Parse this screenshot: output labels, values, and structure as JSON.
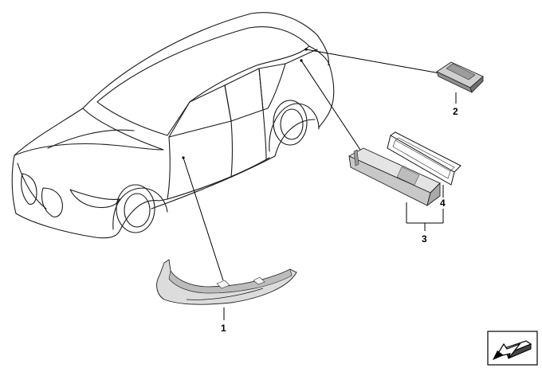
{
  "diagram": {
    "callouts": [
      {
        "id": "1",
        "label": "1"
      },
      {
        "id": "2",
        "label": "2"
      },
      {
        "id": "3",
        "label": "3"
      },
      {
        "id": "4",
        "label": "4"
      }
    ],
    "parts": [
      {
        "callout": "1",
        "icon": "side-marker-light-strip-icon"
      },
      {
        "callout": "2",
        "icon": "license-plate-light-icon"
      },
      {
        "callout": "3",
        "icon": "control-unit-icon"
      },
      {
        "callout": "4",
        "icon": "gasket-icon"
      }
    ],
    "nav_icon": "navigate-forward-icon",
    "colors": {
      "line": "#1a1a1a",
      "part_fill": "#d9d9d9",
      "part_dark": "#8a8a8a"
    }
  }
}
